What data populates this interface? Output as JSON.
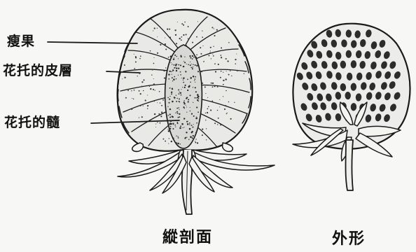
{
  "labels": {
    "achene": "瘦果",
    "receptacle_skin": "花托的皮層",
    "receptacle_pith": "花托的髓"
  },
  "captions": {
    "longitudinal_section": "縱剖面",
    "exterior": "外形"
  }
}
